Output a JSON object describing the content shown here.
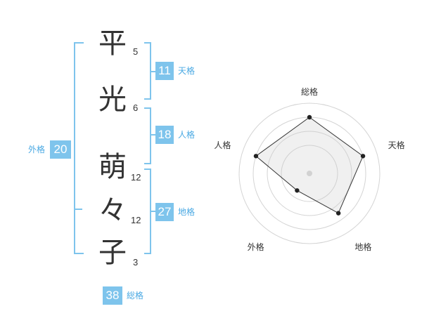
{
  "name_chars": [
    {
      "char": "平",
      "strokes": "5"
    },
    {
      "char": "光",
      "strokes": "6"
    },
    {
      "char": "萌",
      "strokes": "12"
    },
    {
      "char": "々",
      "strokes": "12"
    },
    {
      "char": "子",
      "strokes": "3"
    }
  ],
  "fortunes": {
    "tenkaku": {
      "value": "11",
      "label": "天格"
    },
    "jinkaku": {
      "value": "18",
      "label": "人格"
    },
    "chikaku": {
      "value": "27",
      "label": "地格"
    },
    "gaikaku": {
      "value": "20",
      "label": "外格"
    },
    "soukaku": {
      "value": "38",
      "label": "総格"
    }
  },
  "colors": {
    "accent": "#7ec4ec",
    "label": "#4aa9e3",
    "text": "#333333"
  },
  "chart_data": {
    "type": "radar",
    "axes": [
      "総格",
      "天格",
      "地格",
      "外格",
      "人格"
    ],
    "values": [
      4,
      4,
      3.5,
      1.5,
      4
    ],
    "range": [
      0,
      5
    ],
    "rings": 5
  }
}
